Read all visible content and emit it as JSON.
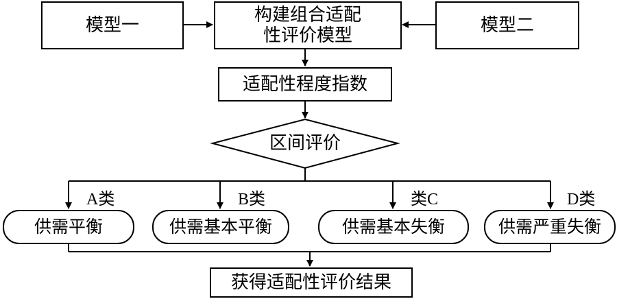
{
  "nodes": {
    "model_one": "模型一",
    "build_line1": "构建组合适配",
    "build_line2": "性评价模型",
    "model_two": "模型二",
    "index": "适配性程度指数",
    "interval": "区间评价",
    "balance": "供需平衡",
    "basic_balance": "供需基本平衡",
    "basic_imbalance": "供需基本失衡",
    "severe_imbalance": "供需严重失衡",
    "result": "获得适配性评价结果"
  },
  "branch_labels": {
    "a": "A类",
    "b": "B类",
    "c": "类C",
    "d": "D类"
  }
}
